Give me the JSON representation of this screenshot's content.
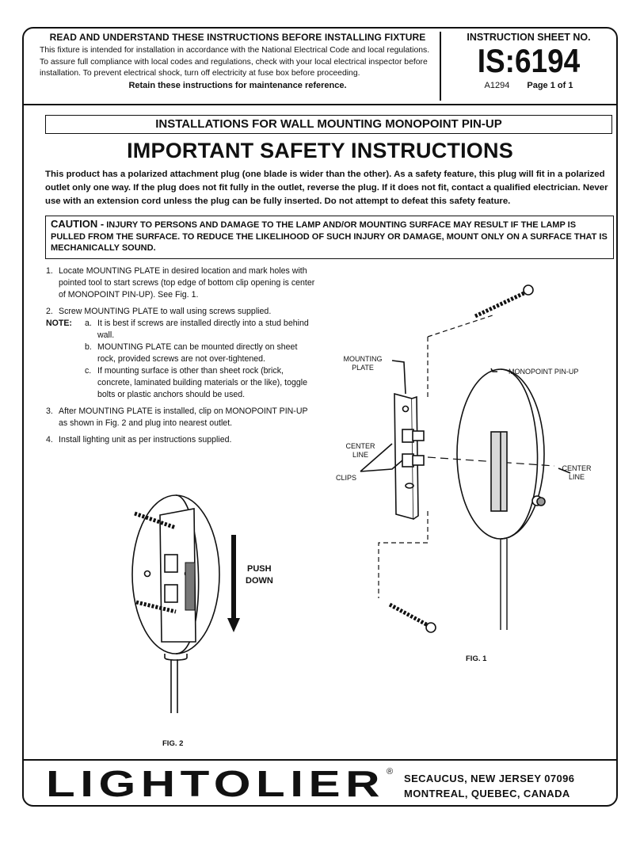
{
  "header": {
    "read_title": "READ AND UNDERSTAND THESE INSTRUCTIONS BEFORE INSTALLING FIXTURE",
    "intro_1": "This fixture is intended for installation in accordance with the National Electrical Code and local regulations.",
    "intro_2": "To assure full compliance with local codes and regulations, check with your local electrical inspector before",
    "intro_3": "installation.  To prevent electrical shock, turn off  electricity at fuse box before proceeding.",
    "retain": "Retain these instructions for maintenance reference.",
    "sheet_label": "INSTRUCTION SHEET NO.",
    "sheet_number": "IS:6194",
    "sheet_code": "A1294",
    "page": "Page 1 of 1"
  },
  "installation_title": "INSTALLATIONS FOR WALL MOUNTING MONOPOINT PIN-UP",
  "safety_title": "IMPORTANT SAFETY INSTRUCTIONS",
  "polarized_text": "This product has a polarized attachment plug (one blade is wider than the other). As a safety feature, this plug will fit in a polarized outlet only one way. If the plug does not fit fully in the outlet, reverse the plug. If it does not fit, contact a qualified electrician. Never use with an extension cord unless the plug can be fully inserted. Do not attempt to defeat this safety feature.",
  "caution": {
    "heading": "CAUTION -",
    "text": " INJURY TO PERSONS AND DAMAGE TO THE LAMP AND/OR MOUNTING SURFACE MAY RESULT IF THE LAMP IS PULLED FROM THE SURFACE. TO REDUCE THE LIKELIHOOD OF SUCH INJURY OR DAMAGE, MOUNT ONLY ON A SURFACE THAT IS MECHANICALLY SOUND."
  },
  "steps": [
    {
      "num": "1.",
      "text": "Locate MOUNTING PLATE in desired location and mark holes with pointed tool to start screws (top edge of bottom clip opening is center of MONOPOINT PIN-UP). See Fig. 1."
    },
    {
      "num": "2.",
      "text": "Screw MOUNTING PLATE to wall using screws supplied."
    },
    {
      "num": "3.",
      "text": "After MOUNTING PLATE is installed, clip on MONOPOINT PIN-UP as shown in Fig. 2 and plug into nearest outlet."
    },
    {
      "num": "4.",
      "text": "Install lighting unit as per instructions supplied."
    }
  ],
  "note": {
    "label": "NOTE:",
    "items": [
      {
        "letter": "a.",
        "text": "It is best if screws are installed directly into a stud behind wall."
      },
      {
        "letter": "b.",
        "text": "MOUNTING PLATE can be mounted directly on sheet rock, provided screws are not over-tightened."
      },
      {
        "letter": "c.",
        "text": "If mounting surface is other than sheet rock (brick, concrete, laminated building materials or the like), toggle bolts or plastic anchors should be used."
      }
    ]
  },
  "fig1": {
    "label": "FIG. 1",
    "mounting_plate": "MOUNTING PLATE",
    "monopoint": "MONOPOINT PIN-UP",
    "center_line_left": "CENTER LINE",
    "center_line_right": "CENTER LINE",
    "clips": "CLIPS"
  },
  "fig2": {
    "label": "FIG. 2",
    "push": "PUSH",
    "down": "DOWN"
  },
  "footer": {
    "logo": "LIGHTOLIER",
    "registered": "®",
    "address_1": "SECAUCUS, NEW JERSEY 07096",
    "address_2": "MONTREAL, QUEBEC, CANADA"
  }
}
